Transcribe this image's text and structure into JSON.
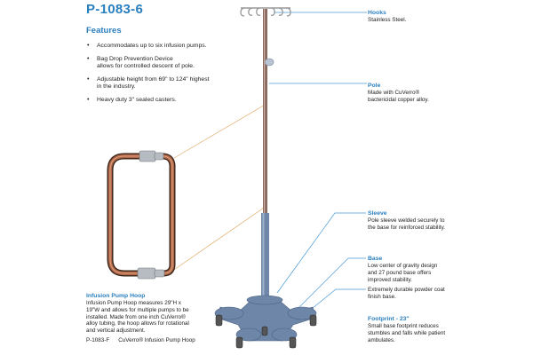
{
  "product": {
    "title": "P-1083-6"
  },
  "features": {
    "heading": "Features",
    "items": [
      [
        "Accommodates up to six infusion pumps."
      ],
      [
        "Bag Drop Prevention Device",
        "allows for controlled descent of pole."
      ],
      [
        "Adjustable height from 69\" to 124\"  highest",
        "in the industry."
      ],
      [
        "Heavy duty 3\" sealed casters."
      ]
    ]
  },
  "callouts": {
    "hooks": {
      "title": "Hooks",
      "text": [
        "Stainless Steel."
      ]
    },
    "pole": {
      "title": "Pole",
      "text": [
        "Made with CuVerro®",
        "bactericidal copper alloy."
      ]
    },
    "sleeve": {
      "title": "Sleeve",
      "text": [
        "Pole sleeve welded securely to",
        "the base for reinforced stability."
      ]
    },
    "base": {
      "title": "Base",
      "paragraphs": [
        [
          "Low center of gravity design",
          "and 27 pound base offers",
          "improved stability."
        ],
        [
          "Extremely durable powder coat",
          "finish base."
        ]
      ]
    },
    "footprint": {
      "title": "Footprint - 23\"",
      "text": [
        "Small base footprint reduces",
        "stumbles and falls while patient",
        "ambulates."
      ]
    }
  },
  "infusion_hoop": {
    "title": "Infusion Pump Hoop",
    "description": [
      "Infusion Pump Hoop measures 29\"H x",
      "19\"W and allows for multiple pumps to be",
      "installed.  Made from one inch CuVerro®",
      "alloy tubing, the hoop allows for rotational",
      "and vertical adjustment."
    ],
    "part_number": "P-1083-F",
    "part_name": "CuVerro® Infusion Pump Hoop"
  },
  "colors": {
    "accent": "#2a7fbf",
    "pole": "#8a6a5e",
    "base": "#6e86a8",
    "hoop": "#9a5a3a",
    "leader_blue": "#4a9ad4",
    "leader_orange": "#e0a868"
  }
}
